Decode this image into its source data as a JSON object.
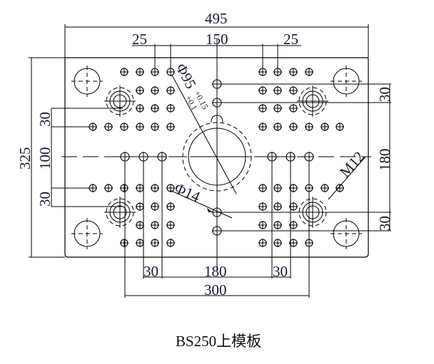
{
  "title": "BS250上模板",
  "dimensions": {
    "overall_width": "495",
    "overall_height": "325",
    "top_left_pitch": "25",
    "top_center": "150",
    "top_right_pitch": "25",
    "left_upper_pitch": "30",
    "left_center": "100",
    "left_lower_pitch": "30",
    "right_upper_pitch": "30",
    "right_center": "180",
    "right_lower_pitch": "30",
    "bottom_left_pitch": "30",
    "bottom_center": "180",
    "bottom_right_pitch": "30",
    "bottom_overall": "300"
  },
  "annotations": {
    "bore_symbol": "Φ95",
    "bore_tol_upper": "+0.15",
    "bore_tol_lower": "+0.1",
    "hole_diameter": "Φ14",
    "thread": "M12"
  },
  "colors": {
    "line": "#000000",
    "text": "#1a1a2e",
    "background": "#ffffff"
  }
}
